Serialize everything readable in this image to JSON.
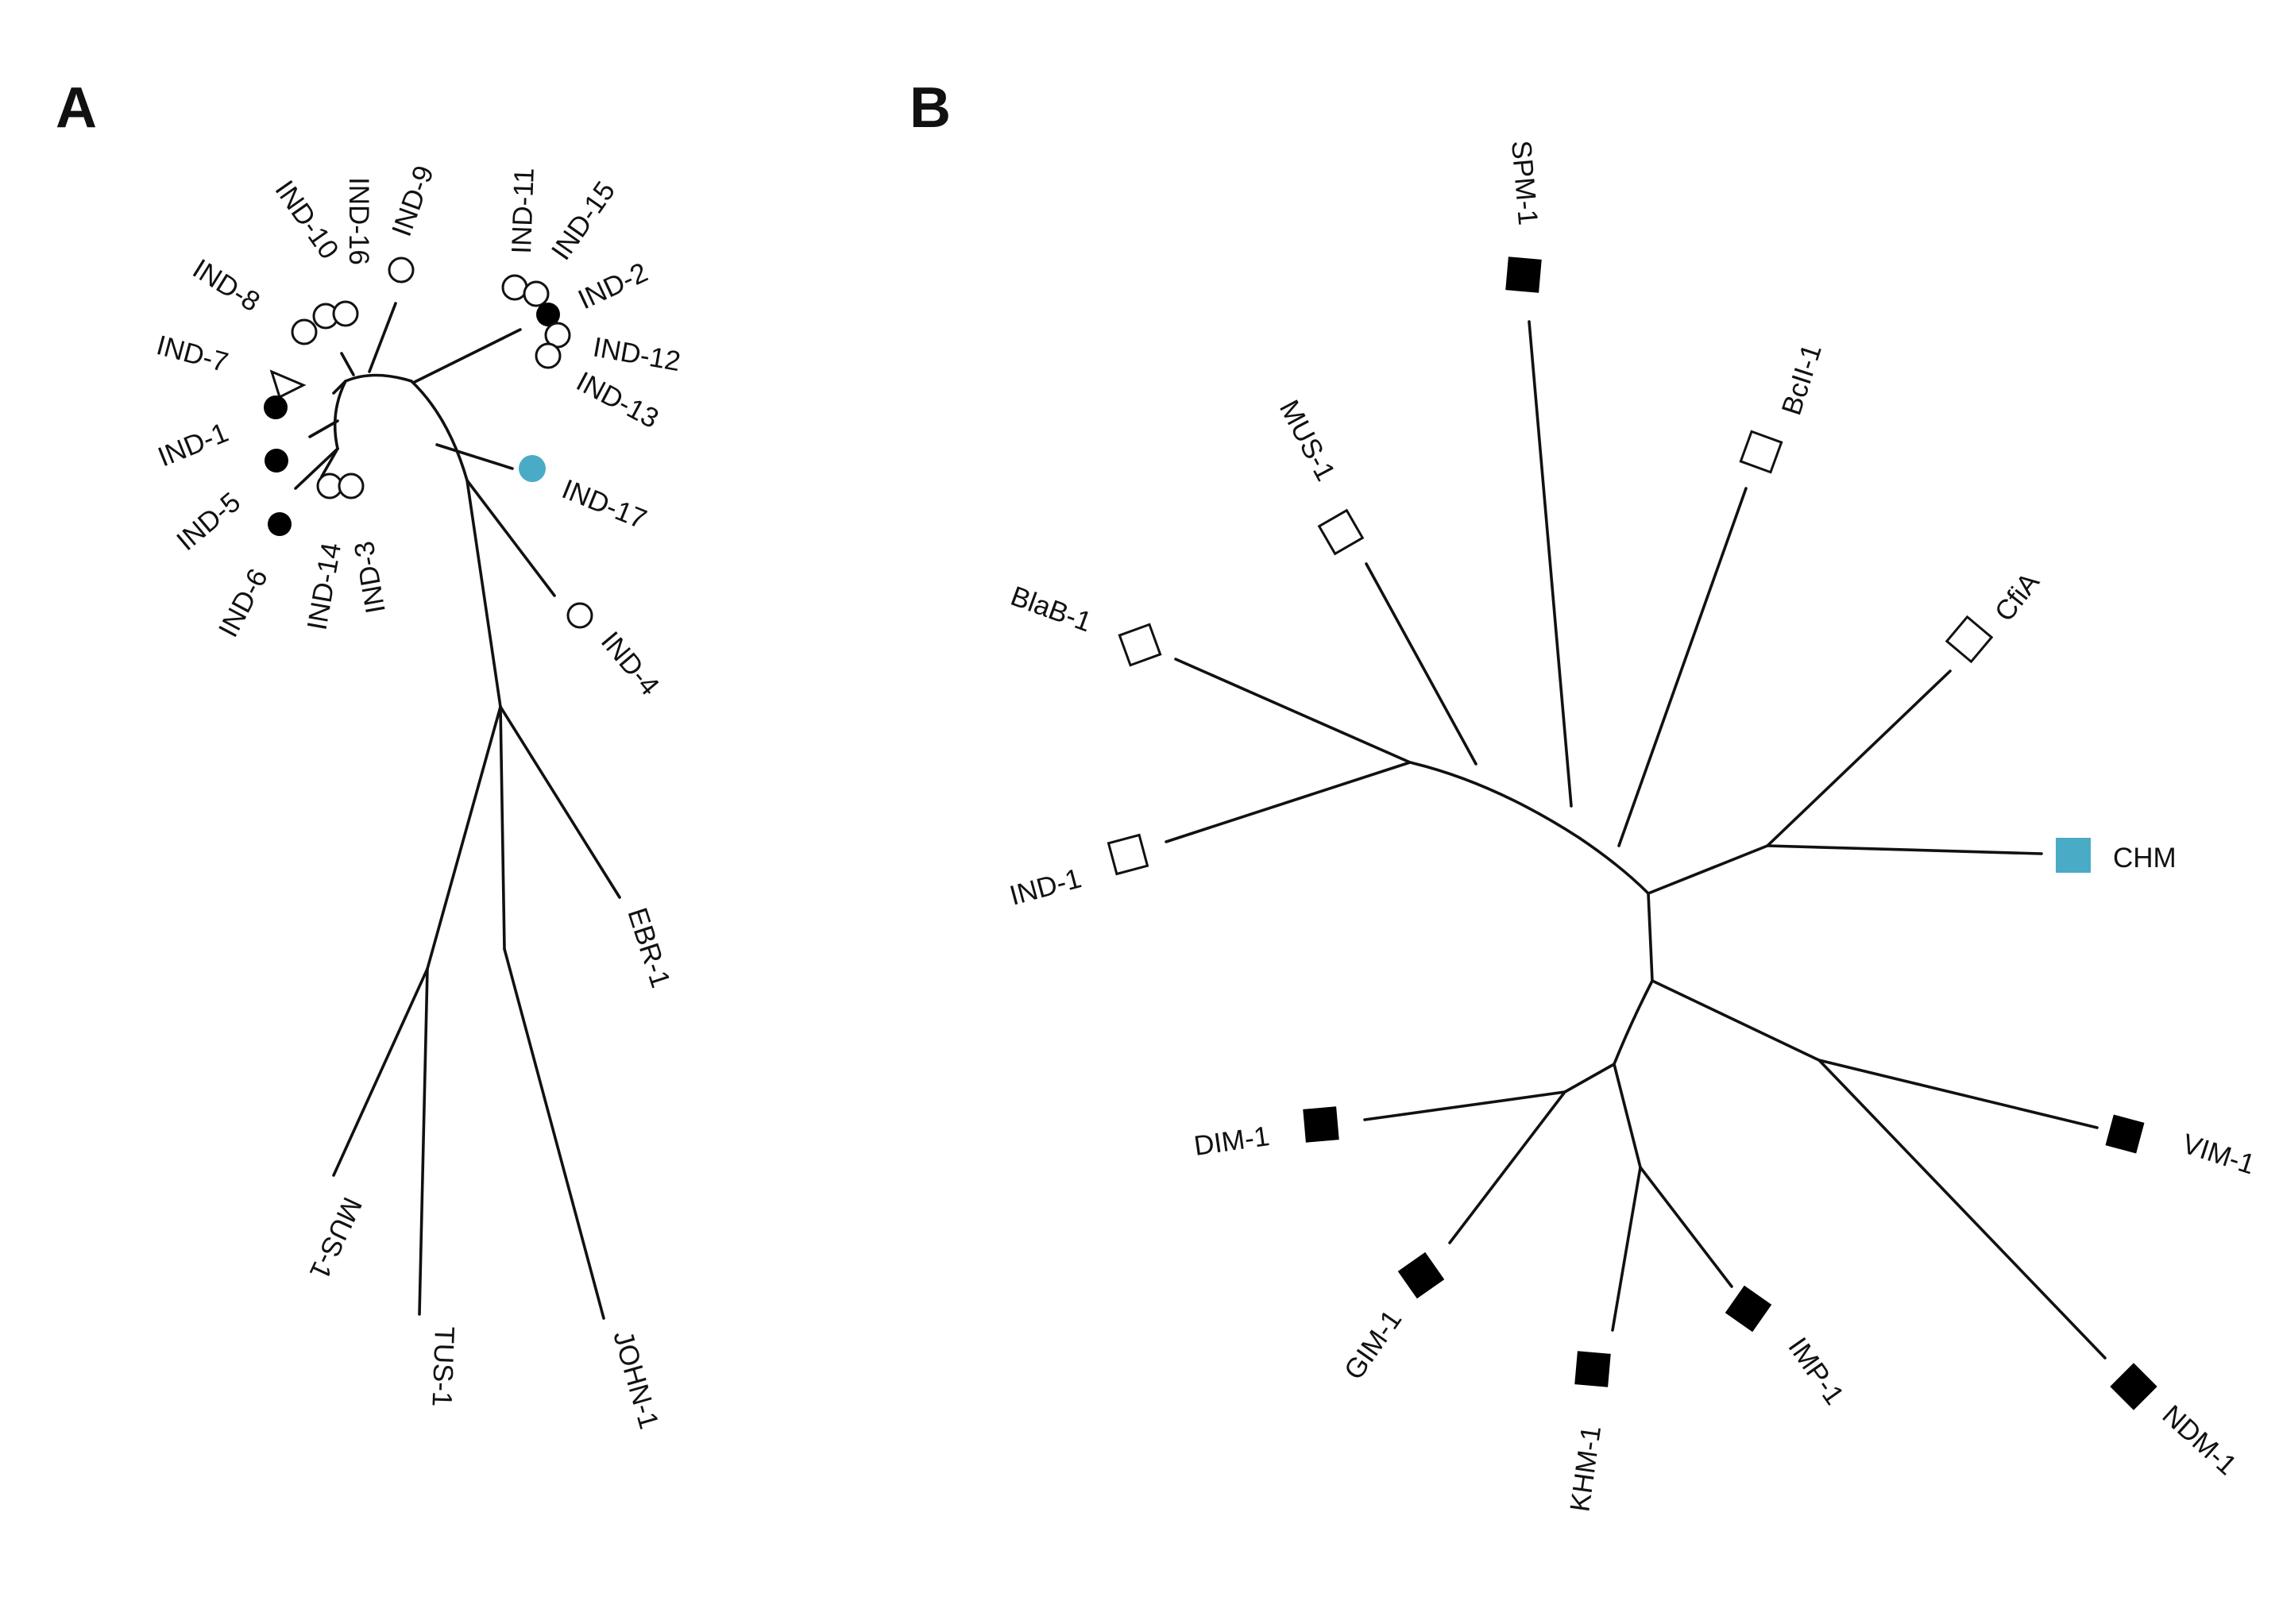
{
  "colors": {
    "ink": "#111111",
    "highlight": "#4aabc6",
    "open_fill": "#ffffff",
    "filled": "#000000"
  },
  "panels": [
    {
      "label": "A",
      "leaves": [
        {
          "label": "IND-10",
          "marker": "open-circle"
        },
        {
          "label": "IND-16",
          "marker": "open-circle"
        },
        {
          "label": "IND-9",
          "marker": "open-circle"
        },
        {
          "label": "IND-8",
          "marker": "open-circle"
        },
        {
          "label": "IND-7",
          "marker": "open-triangle"
        },
        {
          "label": "IND-1",
          "marker": "filled-circle"
        },
        {
          "label": "IND-5",
          "marker": "filled-circle"
        },
        {
          "label": "IND-6",
          "marker": "filled-circle"
        },
        {
          "label": "IND-14",
          "marker": "open-circle"
        },
        {
          "label": "IND-3",
          "marker": "open-circle"
        },
        {
          "label": "IND-11",
          "marker": "open-circle"
        },
        {
          "label": "IND-15",
          "marker": "open-circle"
        },
        {
          "label": "IND-2",
          "marker": "filled-circle"
        },
        {
          "label": "IND-12",
          "marker": "open-circle"
        },
        {
          "label": "IND-13",
          "marker": "open-circle"
        },
        {
          "label": "IND-17",
          "marker": "highlight-circle"
        },
        {
          "label": "IND-4",
          "marker": "open-circle"
        },
        {
          "label": "EBR-1",
          "marker": "none"
        },
        {
          "label": "JOHN-1",
          "marker": "none"
        },
        {
          "label": "MUS-1",
          "marker": "none"
        },
        {
          "label": "TUS-1",
          "marker": "none"
        }
      ]
    },
    {
      "label": "B",
      "leaves": [
        {
          "label": "SPM-1",
          "marker": "filled-square"
        },
        {
          "label": "BcII-1",
          "marker": "open-square"
        },
        {
          "label": "MUS-1",
          "marker": "open-square"
        },
        {
          "label": "CfiA",
          "marker": "open-square"
        },
        {
          "label": "BlaB-1",
          "marker": "open-square"
        },
        {
          "label": "IND-1",
          "marker": "open-square"
        },
        {
          "label": "CHM",
          "marker": "highlight-square"
        },
        {
          "label": "DIM-1",
          "marker": "filled-square"
        },
        {
          "label": "VIM-1",
          "marker": "filled-square"
        },
        {
          "label": "GIM-1",
          "marker": "filled-square"
        },
        {
          "label": "IMP-1",
          "marker": "filled-square"
        },
        {
          "label": "KHM-1",
          "marker": "filled-square"
        },
        {
          "label": "NDM-1",
          "marker": "filled-square"
        }
      ]
    }
  ]
}
